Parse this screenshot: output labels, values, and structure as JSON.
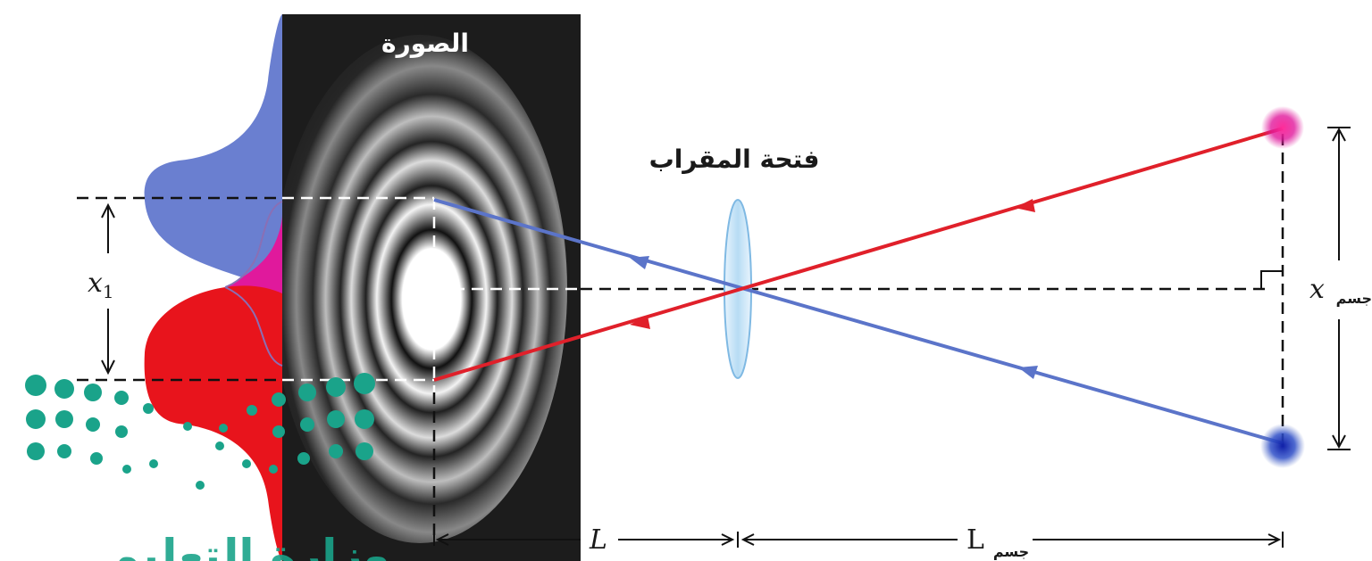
{
  "labels": {
    "image_title": "الصورة",
    "aperture_title": "فتحة المقراب",
    "x1_main": "x",
    "x1_sub": "1",
    "xobj_main": "x",
    "xobj_sub": "جسم",
    "L_image": "L",
    "L_obj_main": "L",
    "L_obj_sub": "جسم"
  },
  "watermark": {
    "text": "وزارة التعليم",
    "color": "#1aa38a"
  },
  "colors": {
    "blue_ray": "#5b74c9",
    "red_ray": "#e0202a",
    "blue_fill": "#6a7fd0",
    "red_fill": "#e8141c",
    "overlap_fill": "#e0199c",
    "dark_panel": "#1c1c1c",
    "lens": "#cfe6f7"
  },
  "icons": [
    "arrow-head-icon",
    "right-angle-icon",
    "dimension-arrow-icon"
  ]
}
